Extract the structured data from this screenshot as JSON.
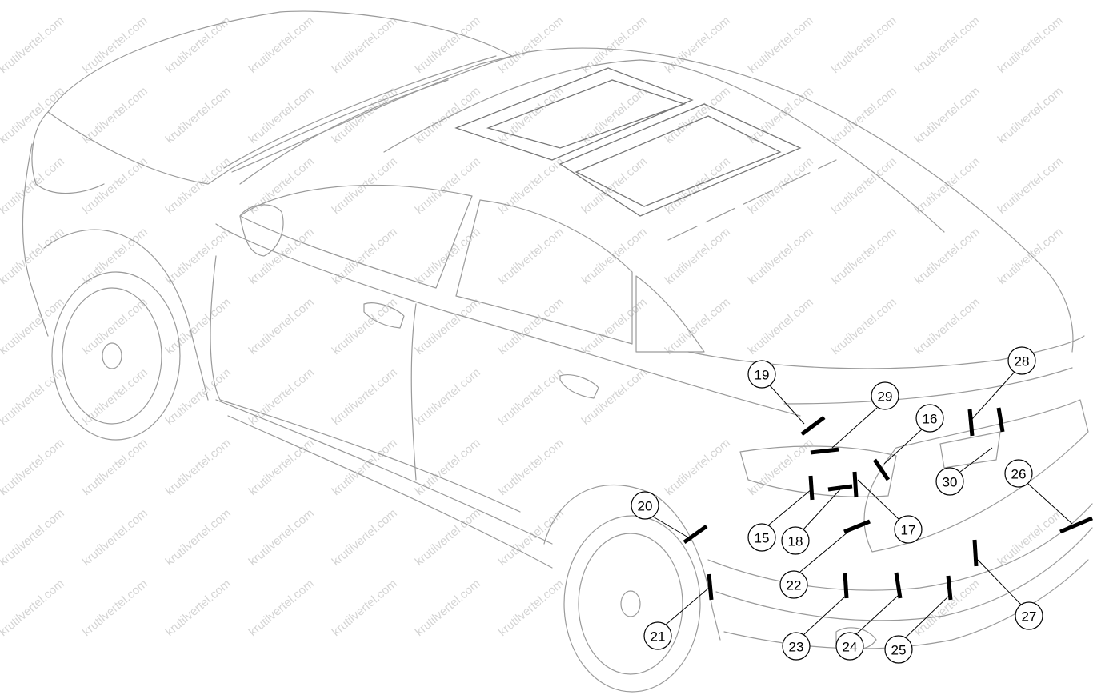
{
  "watermark": "krutilvertel.com",
  "callouts": [
    {
      "label": "15"
    },
    {
      "label": "16"
    },
    {
      "label": "17"
    },
    {
      "label": "18"
    },
    {
      "label": "19"
    },
    {
      "label": "20"
    },
    {
      "label": "21"
    },
    {
      "label": "22"
    },
    {
      "label": "23"
    },
    {
      "label": "24"
    },
    {
      "label": "25"
    },
    {
      "label": "26"
    },
    {
      "label": "27"
    },
    {
      "label": "28"
    },
    {
      "label": "29"
    },
    {
      "label": "30"
    }
  ]
}
